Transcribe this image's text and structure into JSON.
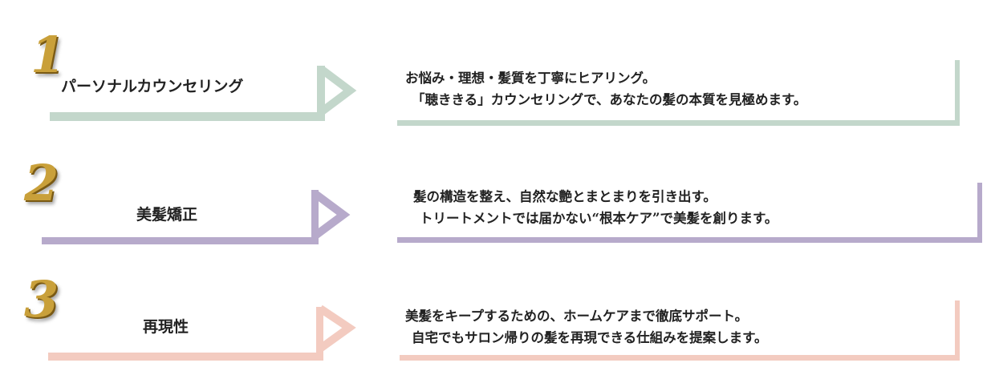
{
  "colors": {
    "step1": "#c3d7cb",
    "step2": "#b7aacb",
    "step3": "#f3cbc0",
    "number_gold": "#c9a03a"
  },
  "steps": [
    {
      "number": "1",
      "title": "パーソナルカウンセリング",
      "lines": [
        "お悩み・理想・髪質を丁寧にヒアリング。",
        "「聴ききる」カウンセリングで、あなたの髪の本質を見極めます。"
      ]
    },
    {
      "number": "2",
      "title": "美髪矯正",
      "lines": [
        "髪の構造を整え、自然な艶とまとまりを引き出す。",
        "トリートメントでは届かない“根本ケア”で美髪を創ります。"
      ]
    },
    {
      "number": "3",
      "title": "再現性",
      "lines": [
        "美髪をキープするための、ホームケアまで徹底サポート。",
        "自宅でもサロン帰りの髪を再現できる仕組みを提案します。"
      ]
    }
  ]
}
